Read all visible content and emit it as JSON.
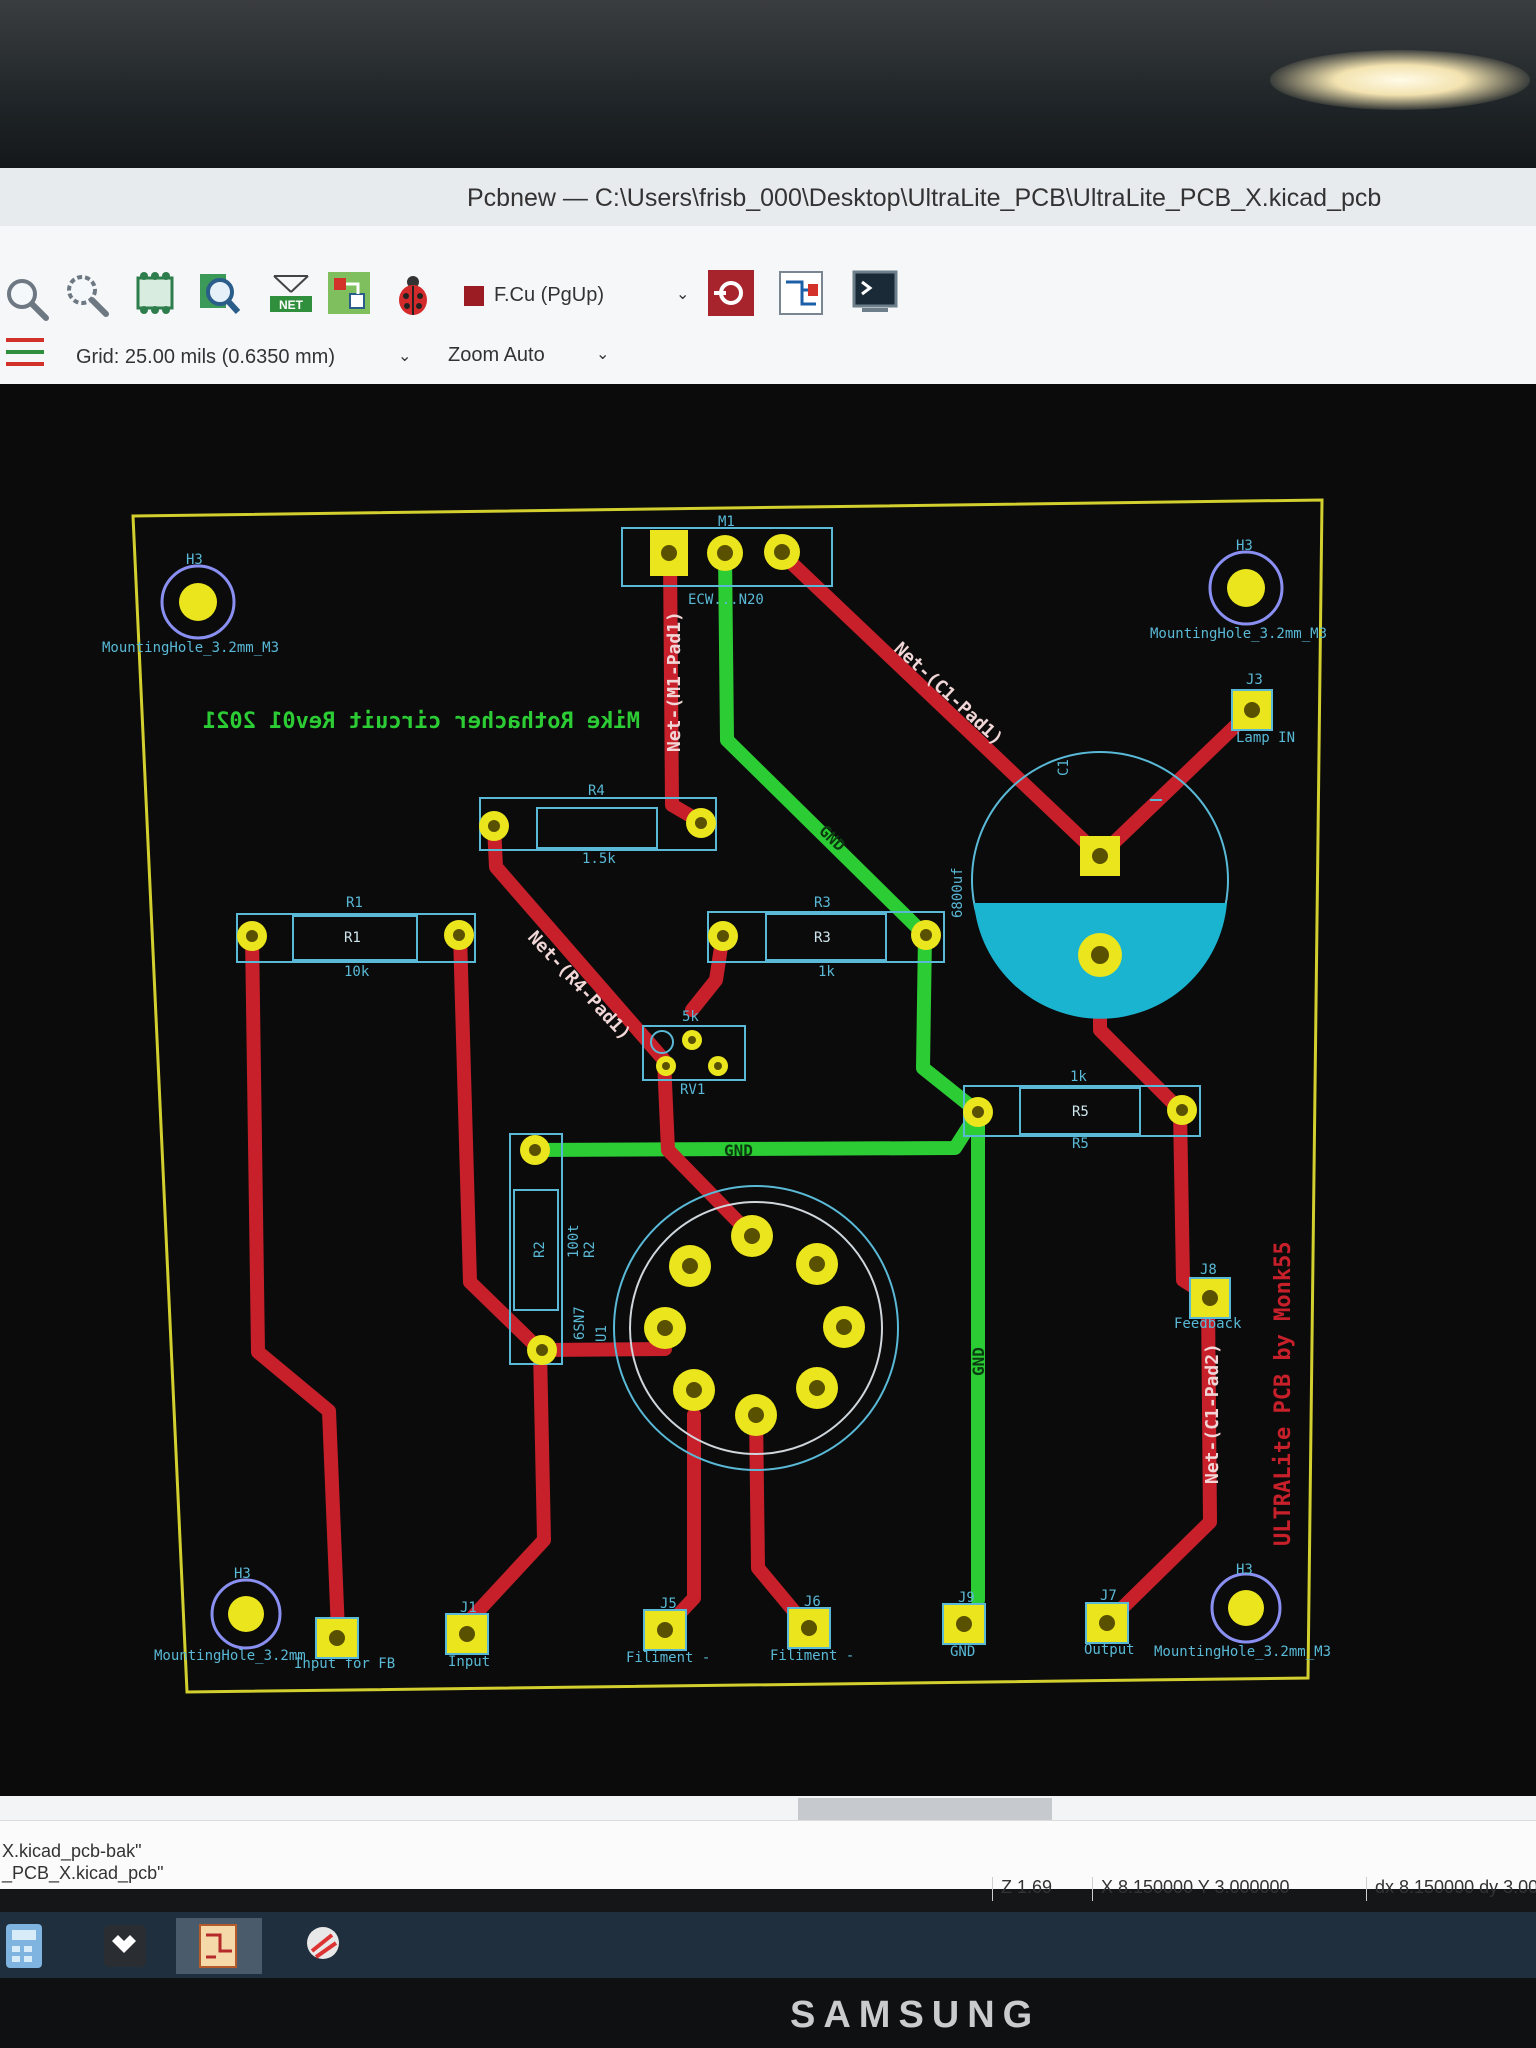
{
  "window": {
    "title": "Pcbnew — C:\\Users\\frisb_000\\Desktop\\UltraLite_PCB\\UltraLite_PCB_X.kicad_pcb"
  },
  "toolbar": {
    "layer_select": "F.Cu (PgUp)",
    "grid_select": "Grid: 25.00 mils (0.6350 mm)",
    "zoom_select": "Zoom Auto"
  },
  "board": {
    "silk_title": "Mike Rothacher circuit Rev01 2021",
    "credit": "ULTRALite PCB by Monk55",
    "module_ref": "M1",
    "module_value": "ECW...N20",
    "mount_ref": "H3",
    "mount_value": "MountingHole_3.2mm_M3",
    "mount_value_short": "MountingHole_3.2mm",
    "r1_ref": "R1",
    "r1_value": "10k",
    "r2_ref": "R2",
    "r2_value": "100t",
    "r3_ref": "R3",
    "r3_value": "1k",
    "r4_ref": "R4",
    "r4_value": "1.5k",
    "r5_ref": "R5",
    "r5_value": "1k",
    "rv1_ref": "RV1",
    "rv1_value": "5k",
    "c1_ref": "C1",
    "c1_value": "6800uf",
    "u1_ref": "U1",
    "u1_value": "6SN7",
    "j3_ref": "J3",
    "j3_value": "Lamp IN",
    "j8_ref": "J8",
    "j8_value": "Feedback",
    "j_fb_value": "Input for FB",
    "j1_ref": "J1",
    "j1_value": "Input",
    "j5_ref": "J5",
    "j5_value": "Filiment -",
    "j6_ref": "J6",
    "j6_value": "Filiment -",
    "j9_ref": "J9",
    "j9_value": "GND",
    "j7_ref": "J7",
    "j7_value": "Output",
    "net_m1": "Net-(M1-Pad1)",
    "net_c1p1": "Net-(C1-Pad1)",
    "net_r4p1": "Net-(R4-Pad1)",
    "net_c1p2": "Net-(C1-Pad2)",
    "net_gnd": "GND"
  },
  "messages": {
    "line1": "X.kicad_pcb-bak\"",
    "line2": "_PCB_X.kicad_pcb\""
  },
  "status": {
    "zoom": "Z 1.69",
    "coords": "X 8.150000  Y 3.000000",
    "delta": "dx 8.150000  dy 3.00"
  },
  "monitor": {
    "brand": "SAMSUNG"
  },
  "colors": {
    "f_cu": "#c8202a",
    "b_cu": "#2ccc35",
    "pad": "#e8e31a",
    "silk": "#59b9d6",
    "edge": "#d2cf2e"
  }
}
